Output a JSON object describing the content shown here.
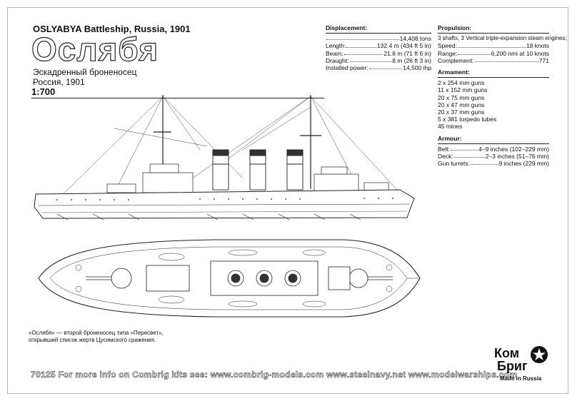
{
  "header": {
    "title_en": "OSLYABYA Battleship, Russia, 1901",
    "title_ru": "Ослябя",
    "subtitle_ru": "Эскадренный броненосец",
    "subtitle_ru2": "Россия, 1901",
    "scale": "1:700"
  },
  "specs": {
    "displacement": {
      "heading": "Displacement:",
      "rows": [
        {
          "k": "",
          "v": "14,408 tons"
        },
        {
          "k": "Length:",
          "v": "132.4 m (434 ft 5 in)"
        },
        {
          "k": "Beam:",
          "v": "21.8 m (71 ft 6 in)"
        },
        {
          "k": "Draught:",
          "v": "8 m (26 ft 3 in)"
        },
        {
          "k": "Installed power:",
          "v": "14,500 ihp"
        }
      ]
    },
    "propulsion": {
      "heading": "Propulsion:",
      "line": "3 shafts, 3 Vertical triple-expansion steam engines;",
      "rows": [
        {
          "k": "Speed:",
          "v": "18 knots"
        },
        {
          "k": "Range:",
          "v": "6,200 nmi at 10 knots"
        },
        {
          "k": "Complement:",
          "v": "771"
        }
      ]
    },
    "armament": {
      "heading": "Armament:",
      "items": [
        "2 x 254 mm guns",
        "11 x 152 mm guns",
        "20 x 75 mm guns",
        "20 x 47 mm guns",
        "20 x 37 mm guns",
        "5 x 381 torpedo tubes",
        "45 mines"
      ]
    },
    "armour": {
      "heading": "Armour:",
      "rows": [
        {
          "k": "Belt:",
          "v": "4–9 inches (102–229 mm)"
        },
        {
          "k": "Deck:",
          "v": "2–3 inches (51–76 mm)"
        },
        {
          "k": "Gun turrets:",
          "v": "9 inches (229 mm)"
        }
      ]
    }
  },
  "caption": {
    "line1": "«Ослябя» — второй броненосец типа «Пересвет»,",
    "line2": "открывший список жертв Цусимского сражения."
  },
  "footer": {
    "text": "70125  For more info on Combrig kits see:   www.combrig-models.com   www.steelnavy.net   www.modelwarships.com"
  },
  "logo": {
    "line1": "Ком",
    "line2": "Бриг",
    "made": "Made in Russia"
  }
}
